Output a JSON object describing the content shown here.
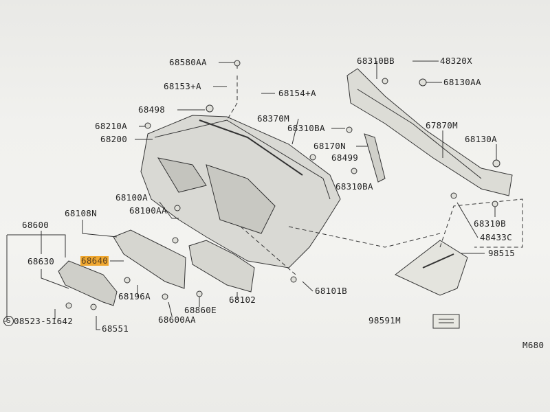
{
  "diagram": {
    "reference": "M680",
    "highlighted_part": "68640",
    "parts": [
      {
        "id": "68580AA"
      },
      {
        "id": "68153+A"
      },
      {
        "id": "68154+A"
      },
      {
        "id": "68498"
      },
      {
        "id": "68370M"
      },
      {
        "id": "68210A"
      },
      {
        "id": "68310BA"
      },
      {
        "id": "68200"
      },
      {
        "id": "68170N"
      },
      {
        "id": "68499"
      },
      {
        "id": "68310BA"
      },
      {
        "id": "68310BB"
      },
      {
        "id": "48320X"
      },
      {
        "id": "68130AA"
      },
      {
        "id": "67870M"
      },
      {
        "id": "68130A"
      },
      {
        "id": "68310B"
      },
      {
        "id": "48433C"
      },
      {
        "id": "98515"
      },
      {
        "id": "68100A"
      },
      {
        "id": "68100AA"
      },
      {
        "id": "68108N"
      },
      {
        "id": "68600"
      },
      {
        "id": "68630"
      },
      {
        "id": "68640"
      },
      {
        "id": "68196A"
      },
      {
        "id": "68101B"
      },
      {
        "id": "68102"
      },
      {
        "id": "68860E"
      },
      {
        "id": "68600AA"
      },
      {
        "id": "08523-51642"
      },
      {
        "id": "68551"
      },
      {
        "id": "98591M"
      }
    ],
    "screw_symbol": "S"
  }
}
